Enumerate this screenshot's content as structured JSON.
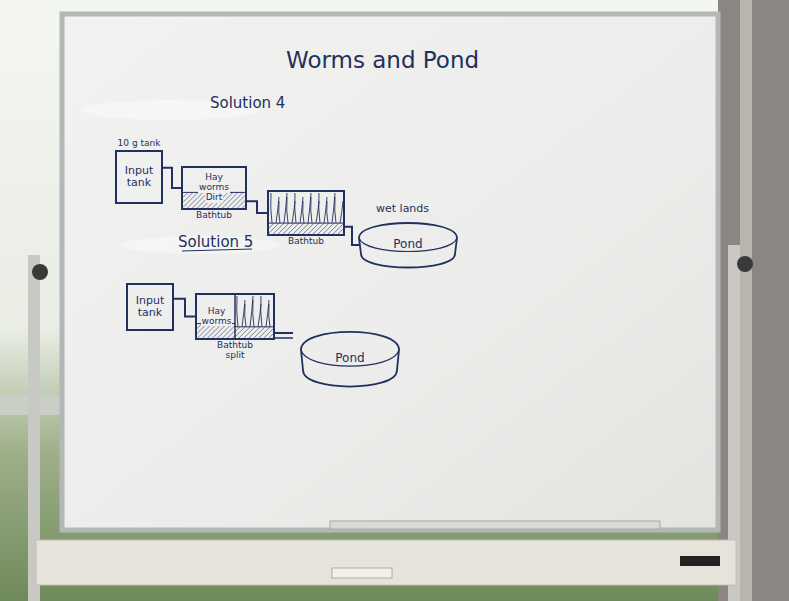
{
  "diagram": {
    "title": "Worms and Pond",
    "nodes": [
      {
        "text": [
          "10 g tank",
          "Input tank"
        ]
      },
      {
        "text": [
          "Hay",
          "worms",
          "Dirt",
          "Bathtub"
        ]
      },
      {
        "text": [
          "Bathtub"
        ]
      },
      {
        "text": [
          "Pond"
        ]
      },
      {
        "text": [
          "Input tank"
        ]
      },
      {
        "text": [
          "Hay",
          "worms",
          "Bathtub split"
        ]
      },
      {
        "text": [
          "Pond"
        ]
      }
    ],
    "edges": [
      {
        "from": 0,
        "to": 1,
        "arrow": "none"
      },
      {
        "from": 1,
        "to": 2,
        "arrow": "none"
      },
      {
        "from": 2,
        "to": 3,
        "arrow": "none"
      },
      {
        "from": 4,
        "to": 5,
        "arrow": "none"
      }
    ],
    "labels": [
      "Solution 4",
      "Solution 5",
      "wet lands"
    ]
  }
}
